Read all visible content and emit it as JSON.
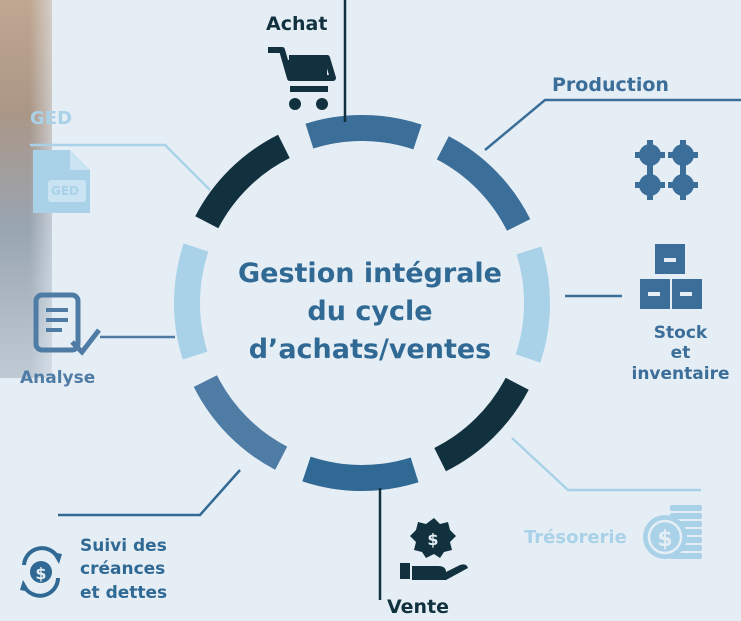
{
  "title_lines": [
    "Gestion intégrale",
    "du cycle",
    "d’achats/ventes"
  ],
  "stages": {
    "achat": {
      "label": "Achat",
      "icon": "shopping-cart-icon",
      "color": "#11313f"
    },
    "production": {
      "label": "Production",
      "icon": "gears-icon",
      "color": "#3b6e99"
    },
    "stock": {
      "label_lines": [
        "Stock",
        "et",
        "inventaire"
      ],
      "icon": "boxes-icon",
      "color": "#3b6e99"
    },
    "tresorerie": {
      "label": "Trésorerie",
      "icon": "coin-stack-icon",
      "color": "#a9d2e9"
    },
    "vente": {
      "label": "Vente",
      "icon": "hand-dollar-icon",
      "color": "#11313f"
    },
    "suivi": {
      "label_lines": [
        "Suivi des",
        "créances",
        "et dettes"
      ],
      "icon": "dollar-cycle-icon",
      "color": "#2f6994"
    },
    "analyse": {
      "label": "Analyse",
      "icon": "checklist-icon",
      "color": "#4f7ca5"
    },
    "ged": {
      "label": "GED",
      "icon_text": "GED",
      "icon": "document-icon",
      "color": "#a9d2e9"
    }
  }
}
